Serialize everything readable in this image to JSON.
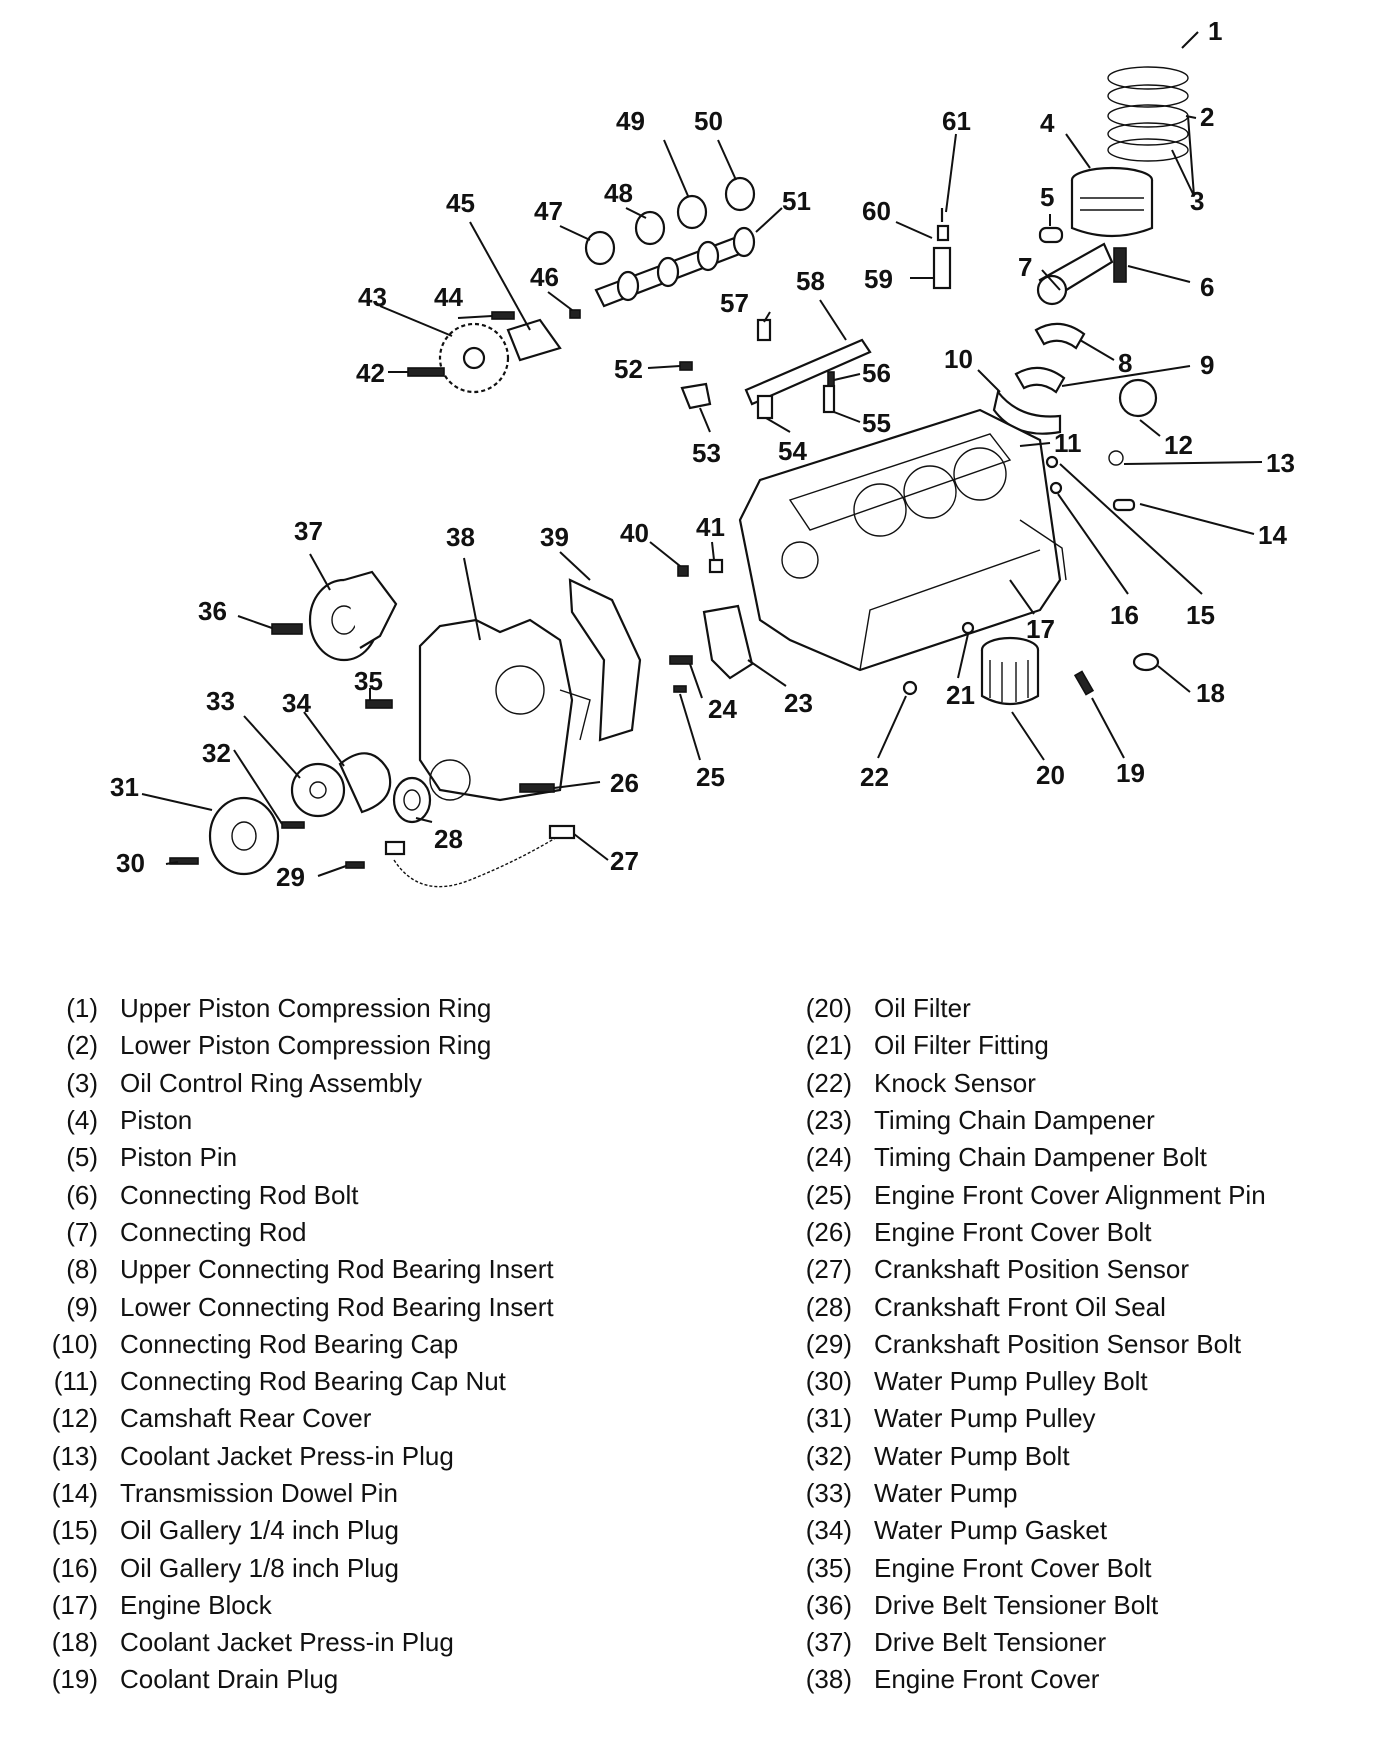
{
  "diagram": {
    "callouts": [
      {
        "n": "1"
      },
      {
        "n": "2"
      },
      {
        "n": "3"
      },
      {
        "n": "4"
      },
      {
        "n": "5"
      },
      {
        "n": "6"
      },
      {
        "n": "7"
      },
      {
        "n": "8"
      },
      {
        "n": "9"
      },
      {
        "n": "10"
      },
      {
        "n": "11"
      },
      {
        "n": "12"
      },
      {
        "n": "13"
      },
      {
        "n": "14"
      },
      {
        "n": "15"
      },
      {
        "n": "16"
      },
      {
        "n": "17"
      },
      {
        "n": "18"
      },
      {
        "n": "19"
      },
      {
        "n": "20"
      },
      {
        "n": "21"
      },
      {
        "n": "22"
      },
      {
        "n": "23"
      },
      {
        "n": "24"
      },
      {
        "n": "25"
      },
      {
        "n": "26"
      },
      {
        "n": "27"
      },
      {
        "n": "28"
      },
      {
        "n": "29"
      },
      {
        "n": "30"
      },
      {
        "n": "31"
      },
      {
        "n": "32"
      },
      {
        "n": "33"
      },
      {
        "n": "34"
      },
      {
        "n": "35"
      },
      {
        "n": "36"
      },
      {
        "n": "37"
      },
      {
        "n": "38"
      },
      {
        "n": "39"
      },
      {
        "n": "40"
      },
      {
        "n": "41"
      },
      {
        "n": "42"
      },
      {
        "n": "43"
      },
      {
        "n": "44"
      },
      {
        "n": "45"
      },
      {
        "n": "46"
      },
      {
        "n": "47"
      },
      {
        "n": "48"
      },
      {
        "n": "49"
      },
      {
        "n": "50"
      },
      {
        "n": "51"
      },
      {
        "n": "52"
      },
      {
        "n": "53"
      },
      {
        "n": "54"
      },
      {
        "n": "55"
      },
      {
        "n": "56"
      },
      {
        "n": "57"
      },
      {
        "n": "58"
      },
      {
        "n": "59"
      },
      {
        "n": "60"
      },
      {
        "n": "61"
      }
    ]
  },
  "legend": {
    "left": [
      {
        "num": "(1)",
        "text": "Upper Piston Compression Ring"
      },
      {
        "num": "(2)",
        "text": "Lower Piston Compression Ring"
      },
      {
        "num": "(3)",
        "text": "Oil Control Ring Assembly"
      },
      {
        "num": "(4)",
        "text": "Piston"
      },
      {
        "num": "(5)",
        "text": "Piston Pin"
      },
      {
        "num": "(6)",
        "text": "Connecting Rod Bolt"
      },
      {
        "num": "(7)",
        "text": "Connecting Rod"
      },
      {
        "num": "(8)",
        "text": "Upper Connecting Rod Bearing Insert"
      },
      {
        "num": "(9)",
        "text": "Lower Connecting Rod Bearing Insert"
      },
      {
        "num": "(10)",
        "text": "Connecting Rod Bearing Cap"
      },
      {
        "num": "(11)",
        "text": "Connecting Rod Bearing Cap Nut"
      },
      {
        "num": "(12)",
        "text": "Camshaft Rear Cover"
      },
      {
        "num": "(13)",
        "text": "Coolant Jacket Press-in Plug"
      },
      {
        "num": "(14)",
        "text": "Transmission Dowel Pin"
      },
      {
        "num": "(15)",
        "text": "Oil Gallery 1/4 inch Plug"
      },
      {
        "num": "(16)",
        "text": "Oil Gallery 1/8 inch Plug"
      },
      {
        "num": "(17)",
        "text": "Engine Block"
      },
      {
        "num": "(18)",
        "text": "Coolant Jacket Press-in Plug"
      },
      {
        "num": "(19)",
        "text": "Coolant Drain Plug"
      }
    ],
    "right": [
      {
        "num": "(20)",
        "text": "Oil Filter"
      },
      {
        "num": "(21)",
        "text": "Oil Filter Fitting"
      },
      {
        "num": "(22)",
        "text": "Knock Sensor"
      },
      {
        "num": "(23)",
        "text": "Timing Chain Dampener"
      },
      {
        "num": "(24)",
        "text": "Timing Chain Dampener Bolt"
      },
      {
        "num": "(25)",
        "text": "Engine Front Cover Alignment Pin"
      },
      {
        "num": "(26)",
        "text": "Engine Front Cover Bolt"
      },
      {
        "num": "(27)",
        "text": "Crankshaft Position Sensor"
      },
      {
        "num": "(28)",
        "text": "Crankshaft Front Oil Seal"
      },
      {
        "num": "(29)",
        "text": "Crankshaft Position Sensor Bolt"
      },
      {
        "num": "(30)",
        "text": "Water Pump Pulley Bolt"
      },
      {
        "num": "(31)",
        "text": "Water Pump Pulley"
      },
      {
        "num": "(32)",
        "text": "Water Pump Bolt"
      },
      {
        "num": "(33)",
        "text": "Water Pump"
      },
      {
        "num": "(34)",
        "text": "Water Pump Gasket"
      },
      {
        "num": "(35)",
        "text": "Engine Front Cover Bolt"
      },
      {
        "num": "(36)",
        "text": "Drive Belt Tensioner Bolt"
      },
      {
        "num": "(37)",
        "text": "Drive Belt Tensioner"
      },
      {
        "num": "(38)",
        "text": "Engine Front Cover"
      }
    ]
  }
}
